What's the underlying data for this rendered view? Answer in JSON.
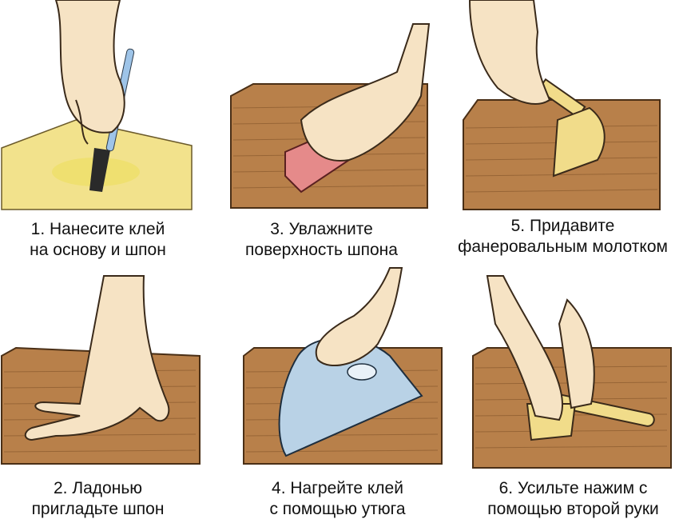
{
  "steps": [
    {
      "number": 1,
      "line1": "1. Нанесите клей",
      "line2": "на основу и шпон",
      "tool_icon": "brush-icon"
    },
    {
      "number": 2,
      "line1": "2. Ладонью",
      "line2": "пригладьте шпон",
      "tool_icon": "hand-icon"
    },
    {
      "number": 3,
      "line1": "3. Увлажните",
      "line2": "поверхность шпона",
      "tool_icon": "sponge-icon"
    },
    {
      "number": 4,
      "line1": "4. Нагрейте клей",
      "line2": "с помощью утюга",
      "tool_icon": "iron-icon"
    },
    {
      "number": 5,
      "line1": "5. Придавите",
      "line2": "фанеровальным молотком",
      "tool_icon": "veneer-hammer-icon"
    },
    {
      "number": 6,
      "line1": "6. Усильте нажим с",
      "line2": "помощью второй руки",
      "tool_icon": "veneer-hammer-icon"
    }
  ],
  "colors": {
    "wood": "#b8804a",
    "wood_grain": "#8a5a2e",
    "base_yellow": "#f2e28c",
    "skin": "#f6e3c4",
    "skin_outline": "#3a2a1a",
    "sponge": "#e58a8a",
    "iron_blue": "#b9d2e6",
    "hammer_wood": "#f1dc8a"
  }
}
